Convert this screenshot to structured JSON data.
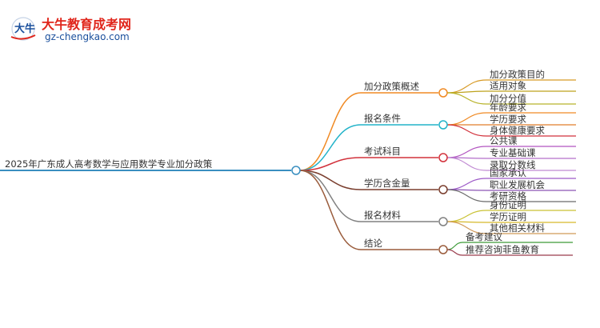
{
  "logo": {
    "title": "大牛教育成考网",
    "url": "gz-chengkao.com",
    "mark_text": "大牛",
    "colors": {
      "red": "#e0261c",
      "blue": "#1a4f9c"
    }
  },
  "mindmap": {
    "root": {
      "label": "2025年广东成人高考数学与应用数学专业加分政策",
      "color": "#3a8fc0"
    },
    "branches": [
      {
        "label": "加分政策概述",
        "color": "#f08a24",
        "children": [
          "加分政策目的",
          "适用对象",
          "加分分值"
        ]
      },
      {
        "label": "报名条件",
        "color": "#22b3c9",
        "children": [
          "年龄要求",
          "学历要求",
          "身体健康要求"
        ]
      },
      {
        "label": "考试科目",
        "color": "#d2323c",
        "children": [
          "公共课",
          "专业基础课",
          "录取分数线"
        ]
      },
      {
        "label": "学历含金量",
        "color": "#7a3e2e",
        "children": [
          "国家承认",
          "职业发展机会",
          "考研资格"
        ]
      },
      {
        "label": "报名材料",
        "color": "#808080",
        "children": [
          "身份证明",
          "学历证明",
          "其他相关材料"
        ]
      },
      {
        "label": "结论",
        "color": "#9a5c3c",
        "children": [
          "备考建议",
          "推荐咨询菲鱼教育"
        ]
      }
    ],
    "leaf_colors": [
      [
        "#d79a25",
        "#bda21c",
        "#b8b32a"
      ],
      [
        "#f08a24",
        "#e07e2a",
        "#d2323c"
      ],
      [
        "#b255c0",
        "#b36fca",
        "#c18ad3"
      ],
      [
        "#9d5ac8",
        "#8c55b5",
        "#6b6b6b"
      ],
      [
        "#c9c234",
        "#d6b92a",
        "#d19a58"
      ],
      [
        "#3c9b37",
        "#9a3c4c"
      ]
    ]
  }
}
